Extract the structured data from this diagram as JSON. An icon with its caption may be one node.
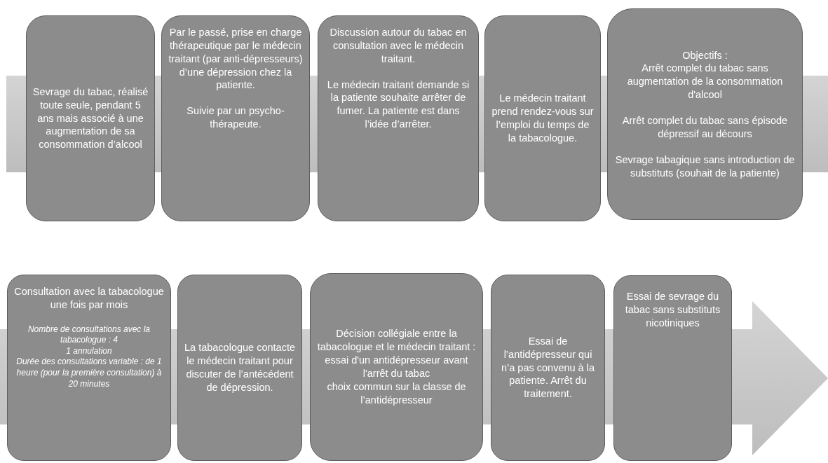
{
  "diagram": {
    "nodes": [
      {
        "text": [
          "Sevrage du tabac, réalisé toute seule, pendant 5 ans mais associé à une augmentation de sa consommation d’alcool"
        ]
      },
      {
        "text": [
          "Par le passé, prise en charge thérapeutique par le médecin traitant (par anti-dépresseurs) d’une dépression chez la patiente.",
          "Suivie par un psycho-thérapeute."
        ]
      },
      {
        "text": [
          "Discussion autour du tabac en consultation avec le médecin traitant.",
          "Le médecin traitant demande si la patiente souhaite arrêter de fumer. La patiente est dans l’idée d’arrêter."
        ]
      },
      {
        "text": [
          "Le médecin traitant prend rendez-vous sur l’emploi du temps de la tabacologue."
        ]
      },
      {
        "text": [
          "Objectifs :",
          "Arrêt complet du tabac sans augmentation de la consommation d'alcool",
          "Arrêt complet du tabac sans épisode dépressif au décours",
          "Sevrage tabagique sans introduction de substituts (souhait de la patiente)"
        ]
      },
      {
        "text": [
          "Consultation avec la tabacologue une fois par mois",
          "Nombre de consultations avec la tabacologue : 4",
          "1 annulation",
          "Durée des consultations variable : de 1 heure (pour la première consultation) à 20 minutes"
        ]
      },
      {
        "text": [
          "La tabacologue contacte le médecin traitant pour discuter de l’antécédent de dépression."
        ]
      },
      {
        "text": [
          "Décision collégiale entre la tabacologue et le médecin traitant :",
          "essai d'un antidépresseur avant l'arrêt du tabac",
          "choix commun sur la classe de l’antidépresseur"
        ]
      },
      {
        "text": [
          "Essai de l’antidépresseur qui n’a pas convenu à la patiente. Arrêt du traitement."
        ]
      },
      {
        "text": [
          "Essai de sevrage du tabac sans substituts nicotiniques"
        ]
      }
    ]
  }
}
